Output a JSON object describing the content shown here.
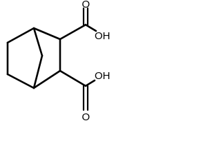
{
  "diagram": {
    "type": "skeletal-formula",
    "atoms": {
      "oh_top": "OH",
      "oh_bottom": "OH",
      "o_top": "O",
      "o_bottom": "O"
    },
    "colors": {
      "line": "#000000",
      "background": "#ffffff"
    }
  }
}
